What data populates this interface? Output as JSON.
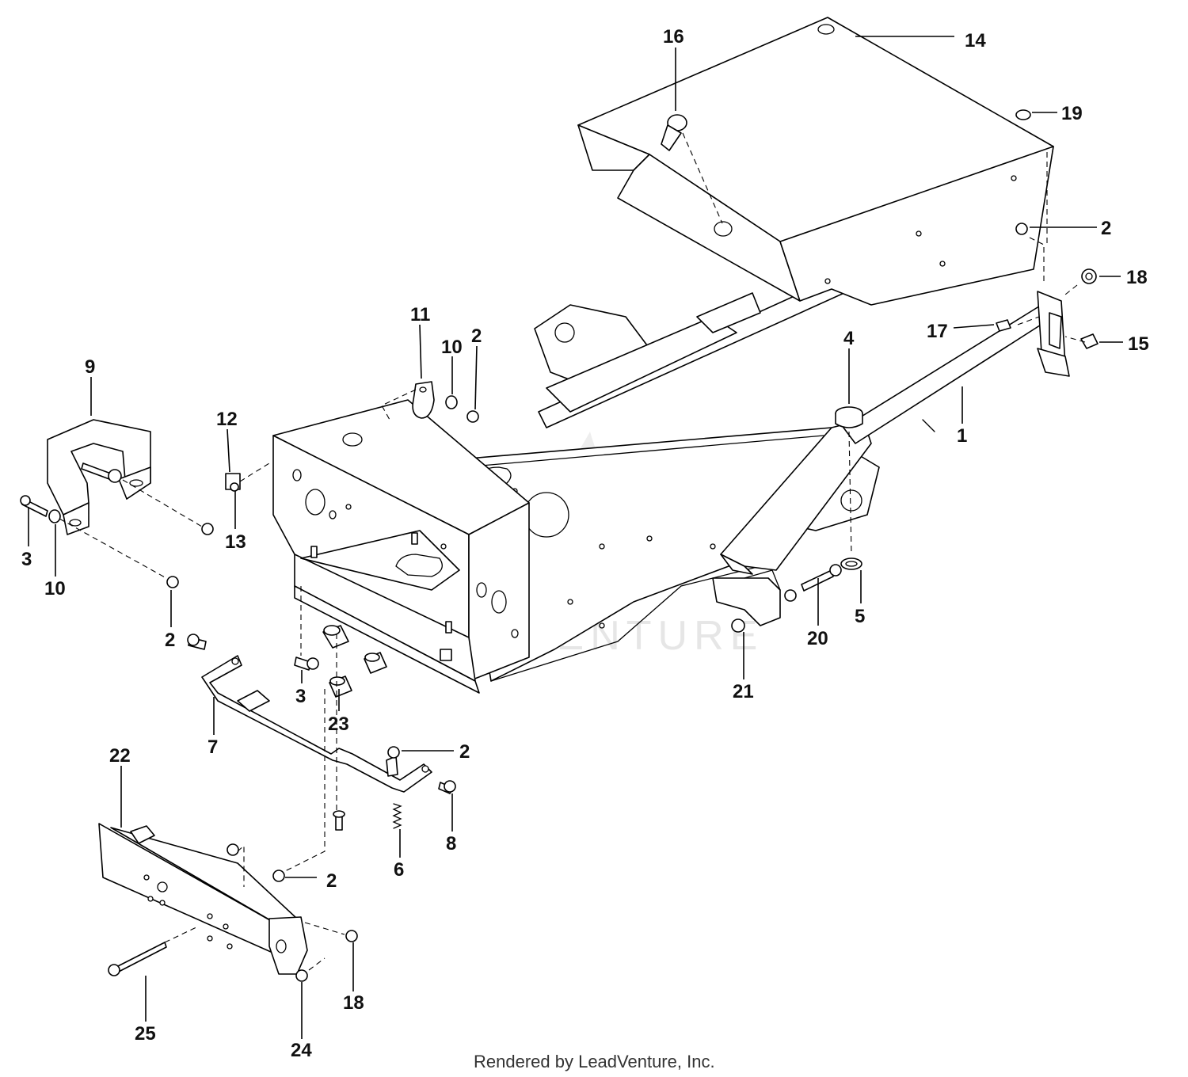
{
  "watermark": {
    "text": "LEADVENTURE"
  },
  "footer": {
    "text": "Rendered by LeadVenture, Inc."
  },
  "callouts": [
    {
      "label": "14"
    },
    {
      "label": "16"
    },
    {
      "label": "19"
    },
    {
      "label": "2"
    },
    {
      "label": "18"
    },
    {
      "label": "17"
    },
    {
      "label": "15"
    },
    {
      "label": "4"
    },
    {
      "label": "1"
    },
    {
      "label": "11"
    },
    {
      "label": "10"
    },
    {
      "label": "2"
    },
    {
      "label": "9"
    },
    {
      "label": "12"
    },
    {
      "label": "13"
    },
    {
      "label": "3"
    },
    {
      "label": "10"
    },
    {
      "label": "2"
    },
    {
      "label": "3"
    },
    {
      "label": "23"
    },
    {
      "label": "7"
    },
    {
      "label": "2"
    },
    {
      "label": "8"
    },
    {
      "label": "6"
    },
    {
      "label": "22"
    },
    {
      "label": "2"
    },
    {
      "label": "18"
    },
    {
      "label": "25"
    },
    {
      "label": "24"
    },
    {
      "label": "20"
    },
    {
      "label": "5"
    },
    {
      "label": "21"
    }
  ]
}
